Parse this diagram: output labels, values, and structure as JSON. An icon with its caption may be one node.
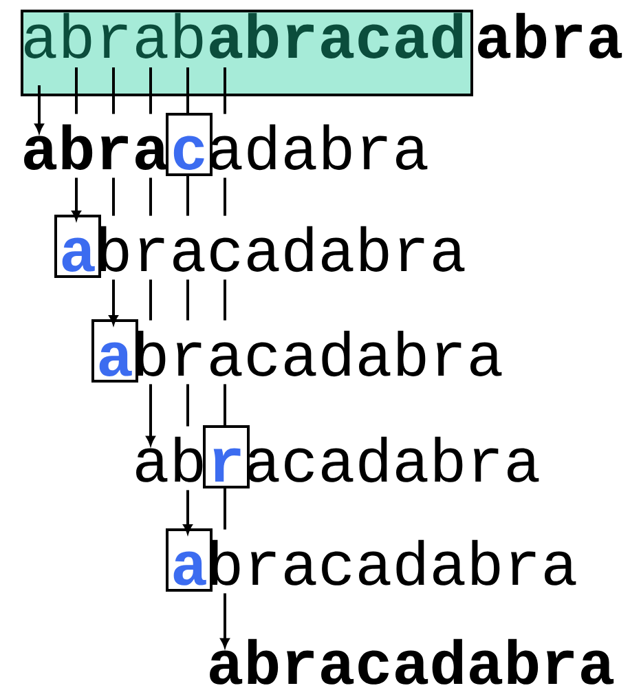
{
  "diagram": {
    "nodes": [
      {
        "text": [
          "abrab**abracad**"
        ],
        "beside": [
          "abra"
        ]
      },
      {
        "text": [
          "abra"
        ]
      },
      {
        "text": [
          "c"
        ]
      },
      {
        "text": [
          "adabra"
        ]
      },
      {
        "text": [
          "a"
        ]
      },
      {
        "text": [
          "bracadabra"
        ]
      },
      {
        "text": [
          "a"
        ]
      },
      {
        "text": [
          "bracadabra"
        ]
      },
      {
        "text": [
          "ab"
        ]
      },
      {
        "text": [
          "r"
        ]
      },
      {
        "text": [
          "acadabra"
        ]
      },
      {
        "text": [
          "a"
        ]
      },
      {
        "text": [
          "bracadabra"
        ]
      },
      {
        "text": [
          "abracadabra"
        ]
      }
    ],
    "edges": [
      {
        "from": 0,
        "to": 1,
        "arrow": "to"
      },
      {
        "from": 0,
        "to": 1,
        "arrow": "none"
      },
      {
        "from": 0,
        "to": 1,
        "arrow": "none"
      },
      {
        "from": 0,
        "to": 1,
        "arrow": "none"
      },
      {
        "from": 0,
        "to": 2,
        "arrow": "none"
      },
      {
        "from": 0,
        "to": 3,
        "arrow": "none"
      },
      {
        "from": 1,
        "to": 4,
        "arrow": "to"
      },
      {
        "from": 1,
        "to": 5,
        "arrow": "none"
      },
      {
        "from": 1,
        "to": 5,
        "arrow": "none"
      },
      {
        "from": 2,
        "to": 5,
        "arrow": "none"
      },
      {
        "from": 3,
        "to": 5,
        "arrow": "none"
      },
      {
        "from": 5,
        "to": 6,
        "arrow": "to"
      },
      {
        "from": 5,
        "to": 7,
        "arrow": "none"
      },
      {
        "from": 5,
        "to": 7,
        "arrow": "none"
      },
      {
        "from": 5,
        "to": 7,
        "arrow": "none"
      },
      {
        "from": 7,
        "to": 8,
        "arrow": "to"
      },
      {
        "from": 7,
        "to": 8,
        "arrow": "none"
      },
      {
        "from": 7,
        "to": 9,
        "arrow": "none"
      },
      {
        "from": 8,
        "to": 11,
        "arrow": "to"
      },
      {
        "from": 9,
        "to": 12,
        "arrow": "none"
      },
      {
        "from": 12,
        "to": 13,
        "arrow": "to"
      }
    ]
  }
}
